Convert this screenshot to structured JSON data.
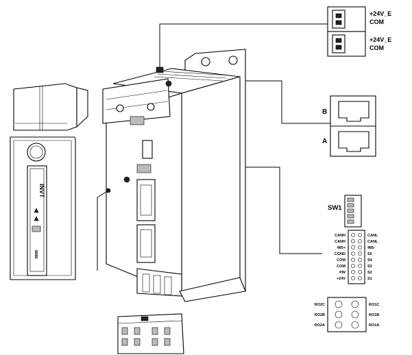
{
  "power_connector": {
    "labels": [
      "+24V_E",
      "COM",
      "+24V_E",
      "COM"
    ]
  },
  "rj45_ports": {
    "labels": [
      "B",
      "A"
    ]
  },
  "dip_switch": {
    "label": "SW1"
  },
  "signal_terminal": {
    "left_labels": [
      "CANH",
      "CANH",
      "485+",
      "CGND",
      "COM",
      "COM",
      "PW",
      "+24V"
    ],
    "right_labels": [
      "CANL",
      "CANL",
      "485-",
      "S5",
      "S4",
      "S3",
      "S2",
      "S1"
    ]
  },
  "relay_terminal": {
    "left_labels": [
      "RO2C",
      "RO2B",
      "RO2A"
    ],
    "right_labels": [
      "RO1C",
      "RO1B",
      "RO1A"
    ]
  },
  "keypad": {
    "logo": "INVT",
    "display": "8888"
  }
}
